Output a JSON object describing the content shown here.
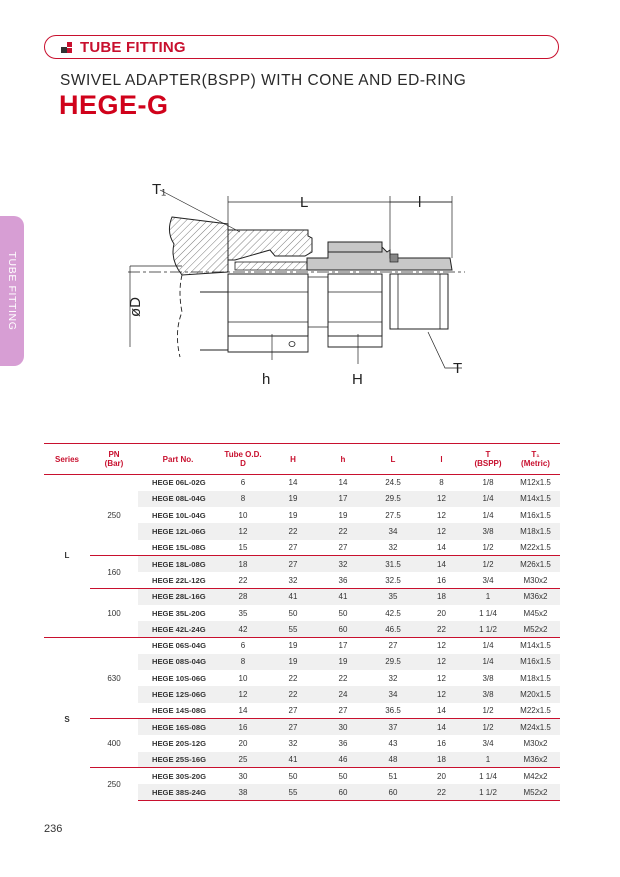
{
  "header": {
    "category": "TUBE FITTING",
    "accent_color": "#c8102e",
    "icon": "squares-logo-icon"
  },
  "title": {
    "subtitle": "SWIVEL ADAPTER(BSPP) WITH CONE AND ED-RING",
    "model": "HEGE-G"
  },
  "side_tab": {
    "label": "TUBE FITTING",
    "color": "#d79ed4"
  },
  "drawing": {
    "labels": {
      "t1": "T₁",
      "L": "L",
      "l": "l",
      "phiD": "øD",
      "h": "h",
      "H": "H",
      "T": "T"
    }
  },
  "table": {
    "headers": {
      "series": "Series",
      "pn": "PN\n(Bar)",
      "part_no": "Part No.",
      "tube_od": "Tube O.D.\nD",
      "H": "H",
      "h": "h",
      "L": "L",
      "l": "l",
      "T": "T\n(BSPP)",
      "T1": "T₁\n(Metric)"
    },
    "series": [
      {
        "name": "L",
        "groups": [
          {
            "pn": "250",
            "rows": [
              {
                "part": "HEGE 06L-02G",
                "d": "6",
                "H": "14",
                "h": "14",
                "L": "24.5",
                "l": "8",
                "T": "1/8",
                "T1": "M12x1.5"
              },
              {
                "part": "HEGE 08L-04G",
                "d": "8",
                "H": "19",
                "h": "17",
                "L": "29.5",
                "l": "12",
                "T": "1/4",
                "T1": "M14x1.5"
              },
              {
                "part": "HEGE 10L-04G",
                "d": "10",
                "H": "19",
                "h": "19",
                "L": "27.5",
                "l": "12",
                "T": "1/4",
                "T1": "M16x1.5"
              },
              {
                "part": "HEGE 12L-06G",
                "d": "12",
                "H": "22",
                "h": "22",
                "L": "34",
                "l": "12",
                "T": "3/8",
                "T1": "M18x1.5"
              },
              {
                "part": "HEGE 15L-08G",
                "d": "15",
                "H": "27",
                "h": "27",
                "L": "32",
                "l": "14",
                "T": "1/2",
                "T1": "M22x1.5"
              }
            ]
          },
          {
            "pn": "160",
            "rows": [
              {
                "part": "HEGE 18L-08G",
                "d": "18",
                "H": "27",
                "h": "32",
                "L": "31.5",
                "l": "14",
                "T": "1/2",
                "T1": "M26x1.5"
              },
              {
                "part": "HEGE 22L-12G",
                "d": "22",
                "H": "32",
                "h": "36",
                "L": "32.5",
                "l": "16",
                "T": "3/4",
                "T1": "M30x2"
              }
            ]
          },
          {
            "pn": "100",
            "rows": [
              {
                "part": "HEGE 28L-16G",
                "d": "28",
                "H": "41",
                "h": "41",
                "L": "35",
                "l": "18",
                "T": "1",
                "T1": "M36x2"
              },
              {
                "part": "HEGE 35L-20G",
                "d": "35",
                "H": "50",
                "h": "50",
                "L": "42.5",
                "l": "20",
                "T": "1 1/4",
                "T1": "M45x2"
              },
              {
                "part": "HEGE 42L-24G",
                "d": "42",
                "H": "55",
                "h": "60",
                "L": "46.5",
                "l": "22",
                "T": "1 1/2",
                "T1": "M52x2"
              }
            ]
          }
        ]
      },
      {
        "name": "S",
        "groups": [
          {
            "pn": "630",
            "rows": [
              {
                "part": "HEGE 06S-04G",
                "d": "6",
                "H": "19",
                "h": "17",
                "L": "27",
                "l": "12",
                "T": "1/4",
                "T1": "M14x1.5"
              },
              {
                "part": "HEGE 08S-04G",
                "d": "8",
                "H": "19",
                "h": "19",
                "L": "29.5",
                "l": "12",
                "T": "1/4",
                "T1": "M16x1.5"
              },
              {
                "part": "HEGE 10S-06G",
                "d": "10",
                "H": "22",
                "h": "22",
                "L": "32",
                "l": "12",
                "T": "3/8",
                "T1": "M18x1.5"
              },
              {
                "part": "HEGE 12S-06G",
                "d": "12",
                "H": "22",
                "h": "24",
                "L": "34",
                "l": "12",
                "T": "3/8",
                "T1": "M20x1.5"
              },
              {
                "part": "HEGE 14S-08G",
                "d": "14",
                "H": "27",
                "h": "27",
                "L": "36.5",
                "l": "14",
                "T": "1/2",
                "T1": "M22x1.5"
              }
            ]
          },
          {
            "pn": "400",
            "rows": [
              {
                "part": "HEGE 16S-08G",
                "d": "16",
                "H": "27",
                "h": "30",
                "L": "37",
                "l": "14",
                "T": "1/2",
                "T1": "M24x1.5"
              },
              {
                "part": "HEGE 20S-12G",
                "d": "20",
                "H": "32",
                "h": "36",
                "L": "43",
                "l": "16",
                "T": "3/4",
                "T1": "M30x2"
              },
              {
                "part": "HEGE 25S-16G",
                "d": "25",
                "H": "41",
                "h": "46",
                "L": "48",
                "l": "18",
                "T": "1",
                "T1": "M36x2"
              }
            ]
          },
          {
            "pn": "250",
            "rows": [
              {
                "part": "HEGE 30S-20G",
                "d": "30",
                "H": "50",
                "h": "50",
                "L": "51",
                "l": "20",
                "T": "1 1/4",
                "T1": "M42x2"
              },
              {
                "part": "HEGE 38S-24G",
                "d": "38",
                "H": "55",
                "h": "60",
                "L": "60",
                "l": "22",
                "T": "1 1/2",
                "T1": "M52x2"
              }
            ]
          }
        ]
      }
    ]
  },
  "page_number": "236"
}
